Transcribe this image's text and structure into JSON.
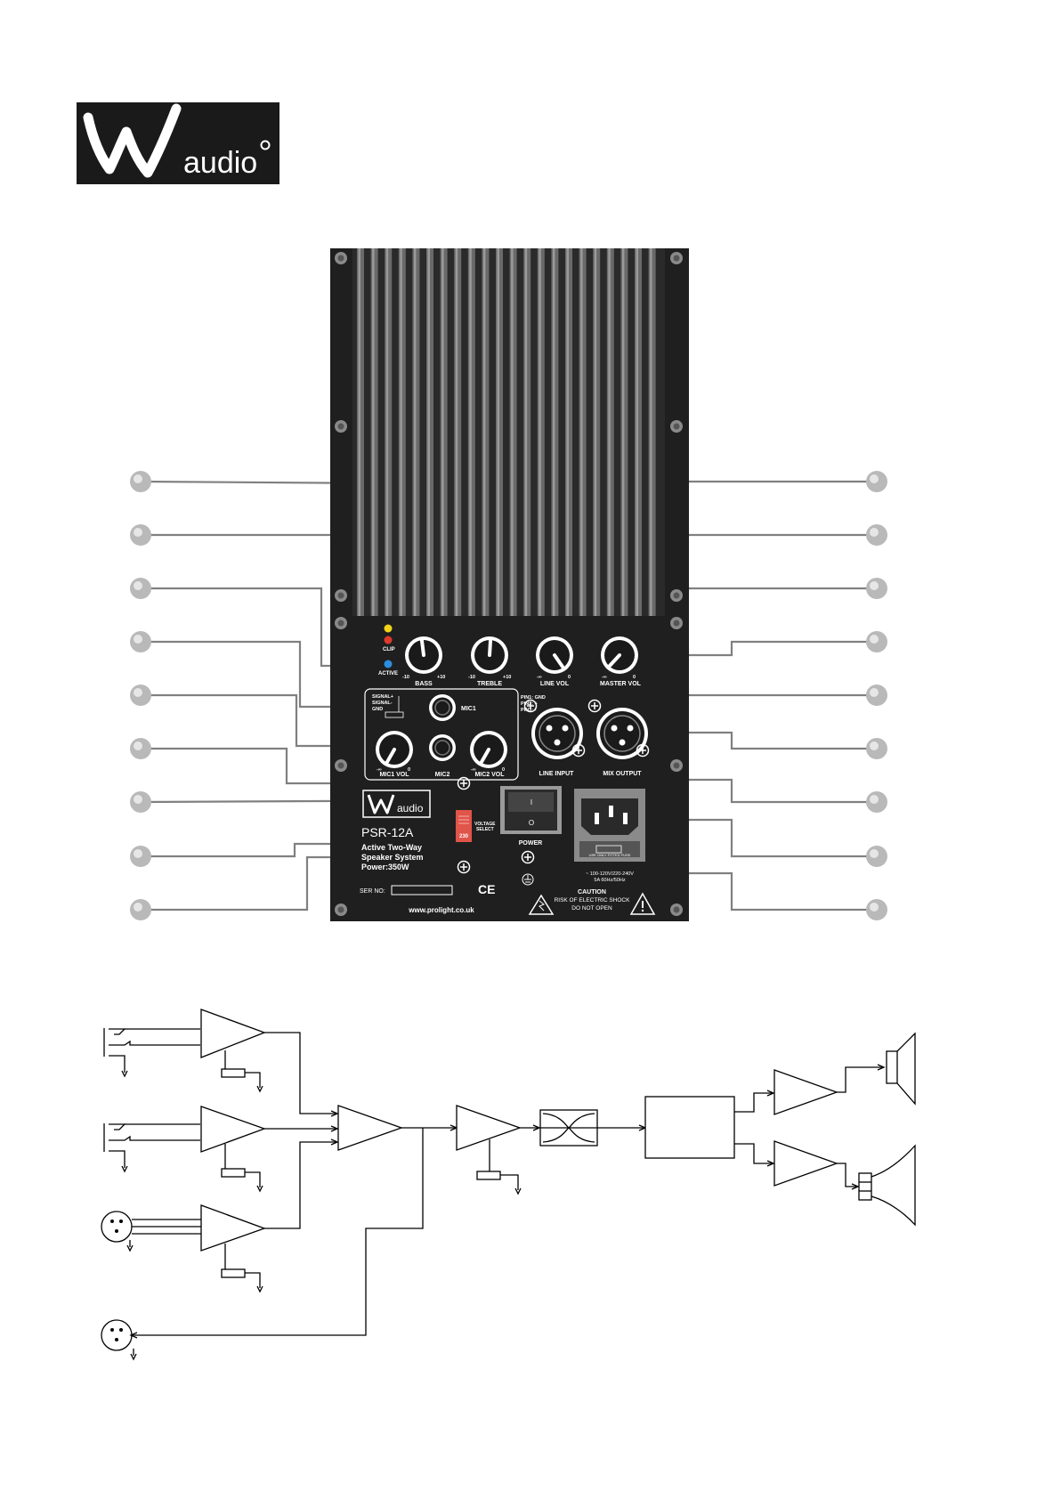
{
  "logo": {
    "brand": "audio"
  },
  "panel": {
    "indicators": {
      "clip": "CLIP",
      "active": "ACTIVE"
    },
    "knobs": {
      "bass": {
        "label": "BASS",
        "min": "-10",
        "max": "+10"
      },
      "treble": {
        "label": "TREBLE",
        "min": "-10",
        "max": "+10"
      },
      "line_vol": {
        "label": "LINE VOL",
        "min": "-∞",
        "max": "0"
      },
      "master_vol": {
        "label": "MASTER VOL",
        "min": "-∞",
        "max": "0"
      },
      "mic1_vol": {
        "label": "MIC1 VOL",
        "min": "-∞",
        "max": "0"
      },
      "mic2_vol": {
        "label": "MIC2 VOL",
        "min": "-∞",
        "max": "0"
      }
    },
    "jack_legend": {
      "signal_plus": "SIGNAL+",
      "signal_minus": "SIGNAL-",
      "gnd": "GND"
    },
    "mic1_label": "MIC1",
    "mic2_label": "MIC2",
    "pins": {
      "pin1": "PIN1: GND",
      "pin2": "PIN2: +",
      "pin3": "PIN3: -"
    },
    "line_input": "LINE INPUT",
    "mix_output": "MIX OUTPUT",
    "power": "POWER",
    "voltage_select": {
      "line1": "VOLTAGE",
      "line2": "SELECT",
      "value": "230"
    },
    "switch_on": "I",
    "switch_off": "O",
    "model": "PSR-12A",
    "desc": {
      "line1": "Active Two-Way",
      "line2": "Speaker System",
      "line3": "Power:350W"
    },
    "ser_no": "SER NO:",
    "ce": "CE",
    "website": "www.prolight.co.uk",
    "fuse": "USE ONLY FITTED FUSE",
    "mains": {
      "line1": "~ 100-120V/220-240V",
      "line2": "5A 60Hz/50Hz"
    },
    "caution": {
      "title": "CAUTION",
      "line1": "RISK OF ELECTRIC SHOCK",
      "line2": "DO NOT OPEN"
    }
  }
}
